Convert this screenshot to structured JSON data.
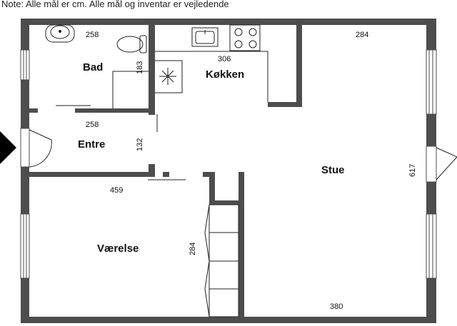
{
  "note": "Note: Alle mål er cm. Alle mål og inventar er vejledende",
  "rooms": {
    "bad": "Bad",
    "koekken": "Køkken",
    "entre": "Entre",
    "stue": "Stue",
    "vaerelse": "Værelse"
  },
  "dimensions": {
    "bad_width": "258",
    "bad_height": "183",
    "koekken_width": "306",
    "entre_width": "258",
    "entre_height": "132",
    "stue_width": "284",
    "stue_height": "617",
    "stue_bottom_width": "380",
    "vaerelse_width": "459",
    "vaerelse_height": "284"
  },
  "colors": {
    "wall": "#4d4d4d",
    "line": "#222222",
    "arrow": "#000000"
  },
  "icons": {
    "entrance": "entrance-arrow-icon",
    "sink": "sink-icon",
    "toilet": "toilet-icon",
    "kitchen_sink": "kitchen-sink-icon",
    "stove": "stove-icon",
    "fan": "ventilation-icon"
  }
}
